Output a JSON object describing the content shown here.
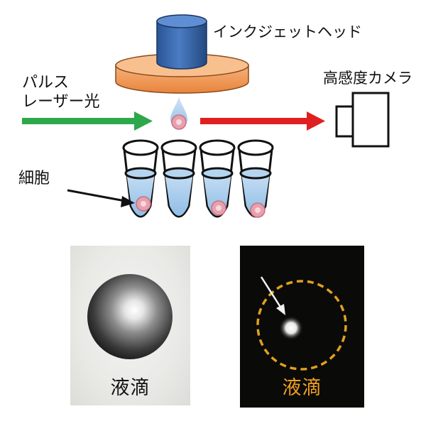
{
  "labels": {
    "inkjet_head": "インクジェットヘッド",
    "pulse_laser_line1": "パルス",
    "pulse_laser_line2": "レーザー光",
    "camera": "高感度カメラ",
    "cell": "細胞"
  },
  "photos": {
    "light_caption": "液滴",
    "dark_caption": "液滴"
  },
  "colors": {
    "laser_beam": "#2da84a",
    "scattered_beam": "#e02020",
    "inkjet_body": "#2f5fa3",
    "inkjet_plate": "#f29a55",
    "well_liquid": "#aacdee",
    "cell_fill": "#e7a0ae",
    "dark_caption": "#f0a020"
  }
}
